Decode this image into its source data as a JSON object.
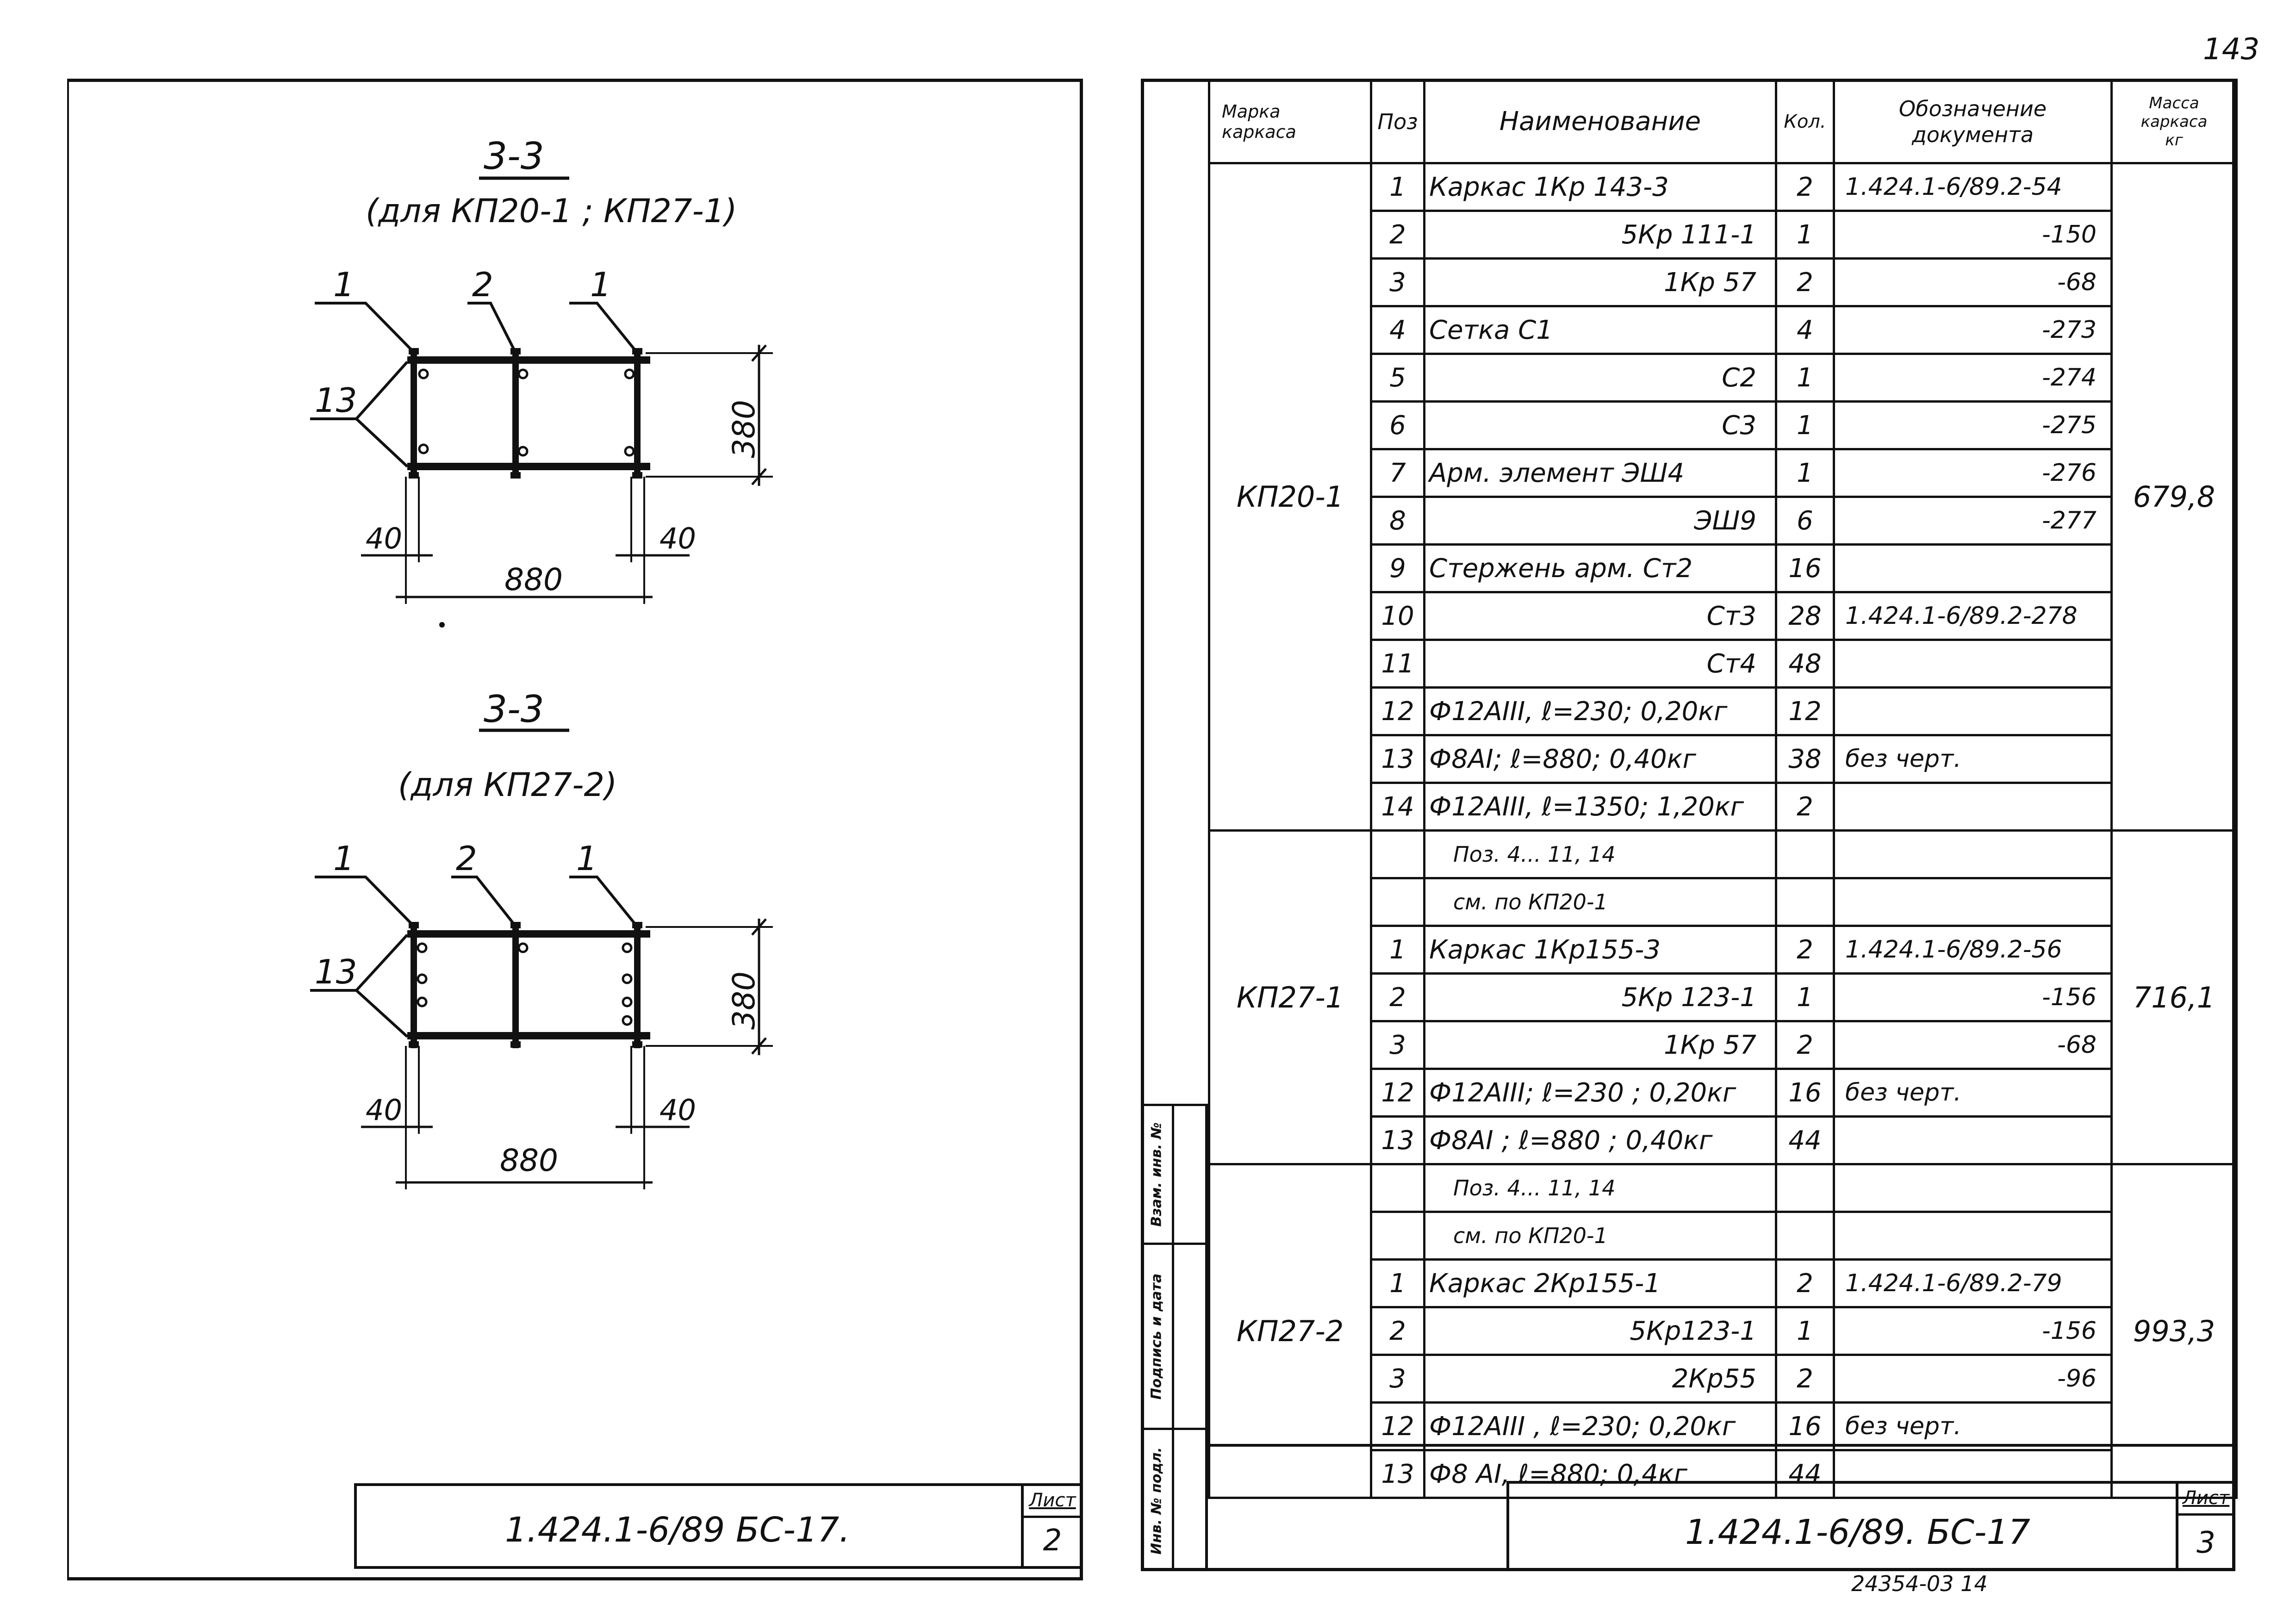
{
  "page_number": "143",
  "left_sheet": {
    "section_1": {
      "title": "3-3",
      "subtitle": "(для КП20-1 ; КП27-1)",
      "label_13": "13",
      "label_1a": "1",
      "label_2": "2",
      "label_1b": "1",
      "dim_height": "380",
      "dim_left": "40",
      "dim_right": "40",
      "dim_width": "880"
    },
    "section_2": {
      "title": "3-3",
      "subtitle": "(для КП27-2)",
      "label_13": "13",
      "label_1a": "1",
      "label_2": "2",
      "label_1b": "1",
      "dim_height": "380",
      "dim_left": "40",
      "dim_right": "40",
      "dim_width": "880"
    },
    "title_block": {
      "code": "1.424.1-6/89  БС-17.",
      "sheet_label": "Лист",
      "sheet_number": "2"
    }
  },
  "right_sheet": {
    "table_headers": {
      "mark": [
        "Марка",
        "каркаса"
      ],
      "pos": "Поз",
      "name": "Наименование",
      "qty": "Кол.",
      "doc": [
        "Обозначение",
        "документа"
      ],
      "mass": [
        "Масса",
        "каркаса",
        "кг"
      ]
    },
    "groups": [
      {
        "mark": "КП20-1",
        "mass": "679,8",
        "rows": [
          {
            "pos": "1",
            "name": "Каркас   1Кр 143-3",
            "qty": "2",
            "doc": "1.424.1-6/89.2-54"
          },
          {
            "pos": "2",
            "name": "5Кр 111-1",
            "qty": "1",
            "doc": "-150"
          },
          {
            "pos": "3",
            "name": "1Кр 57",
            "qty": "2",
            "doc": "-68"
          },
          {
            "pos": "4",
            "name": "Сетка          С1",
            "qty": "4",
            "doc": "-273"
          },
          {
            "pos": "5",
            "name": "С2",
            "qty": "1",
            "doc": "-274"
          },
          {
            "pos": "6",
            "name": "С3",
            "qty": "1",
            "doc": "-275"
          },
          {
            "pos": "7",
            "name": "Арм. элемент ЭШ4",
            "qty": "1",
            "doc": "-276"
          },
          {
            "pos": "8",
            "name": "ЭШ9",
            "qty": "6",
            "doc": "-277"
          },
          {
            "pos": "9",
            "name": "Стержень арм.  Ст2",
            "qty": "16",
            "doc": ""
          },
          {
            "pos": "10",
            "name": "Ст3",
            "qty": "28",
            "doc": "1.424.1-6/89.2-278"
          },
          {
            "pos": "11",
            "name": "Ст4",
            "qty": "48",
            "doc": ""
          },
          {
            "pos": "12",
            "name": "Ф12АIII, ℓ=230; 0,20кг",
            "qty": "12",
            "doc": ""
          },
          {
            "pos": "13",
            "name": "Ф8АI; ℓ=880; 0,40кг",
            "qty": "38",
            "doc": "без черт."
          },
          {
            "pos": "14",
            "name": "Ф12АIII, ℓ=1350; 1,20кг",
            "qty": "2",
            "doc": ""
          }
        ]
      },
      {
        "mark": "КП27-1",
        "mass": "716,1",
        "rows": [
          {
            "pos": "",
            "name": "Поз. 4... 11, 14",
            "qty": "",
            "doc": ""
          },
          {
            "pos": "",
            "name": "см. по  КП20-1",
            "qty": "",
            "doc": ""
          },
          {
            "pos": "1",
            "name": "Каркас   1Кр155-3",
            "qty": "2",
            "doc": "1.424.1-6/89.2-56"
          },
          {
            "pos": "2",
            "name": "5Кр 123-1",
            "qty": "1",
            "doc": "-156"
          },
          {
            "pos": "3",
            "name": "1Кр 57",
            "qty": "2",
            "doc": "-68"
          },
          {
            "pos": "12",
            "name": "Ф12АIII; ℓ=230 ; 0,20кг",
            "qty": "16",
            "doc": "без черт."
          },
          {
            "pos": "13",
            "name": "Ф8АI ; ℓ=880 ; 0,40кг",
            "qty": "44",
            "doc": ""
          }
        ]
      },
      {
        "mark": "КП27-2",
        "mass": "993,3",
        "rows": [
          {
            "pos": "",
            "name": "Поз. 4... 11, 14",
            "qty": "",
            "doc": ""
          },
          {
            "pos": "",
            "name": "см. по  КП20-1",
            "qty": "",
            "doc": ""
          },
          {
            "pos": "1",
            "name": "Каркас   2Кр155-1",
            "qty": "2",
            "doc": "1.424.1-6/89.2-79"
          },
          {
            "pos": "2",
            "name": "5Кр123-1",
            "qty": "1",
            "doc": "-156"
          },
          {
            "pos": "3",
            "name": "2Кр55",
            "qty": "2",
            "doc": "-96"
          },
          {
            "pos": "12",
            "name": "Ф12АIII , ℓ=230; 0,20кг",
            "qty": "16",
            "doc": "без черт."
          },
          {
            "pos": "13",
            "name": "Ф8 АI, ℓ=880; 0,4кг",
            "qty": "44",
            "doc": ""
          }
        ]
      }
    ],
    "side_strip": [
      "Взам. инв. №",
      "Подпись и дата",
      "Инв. № подл."
    ],
    "title_block": {
      "code": "1.424.1-6/89.  БС-17",
      "sheet_label": "Лист",
      "sheet_number": "3"
    },
    "stamp": "24354-03  14"
  }
}
